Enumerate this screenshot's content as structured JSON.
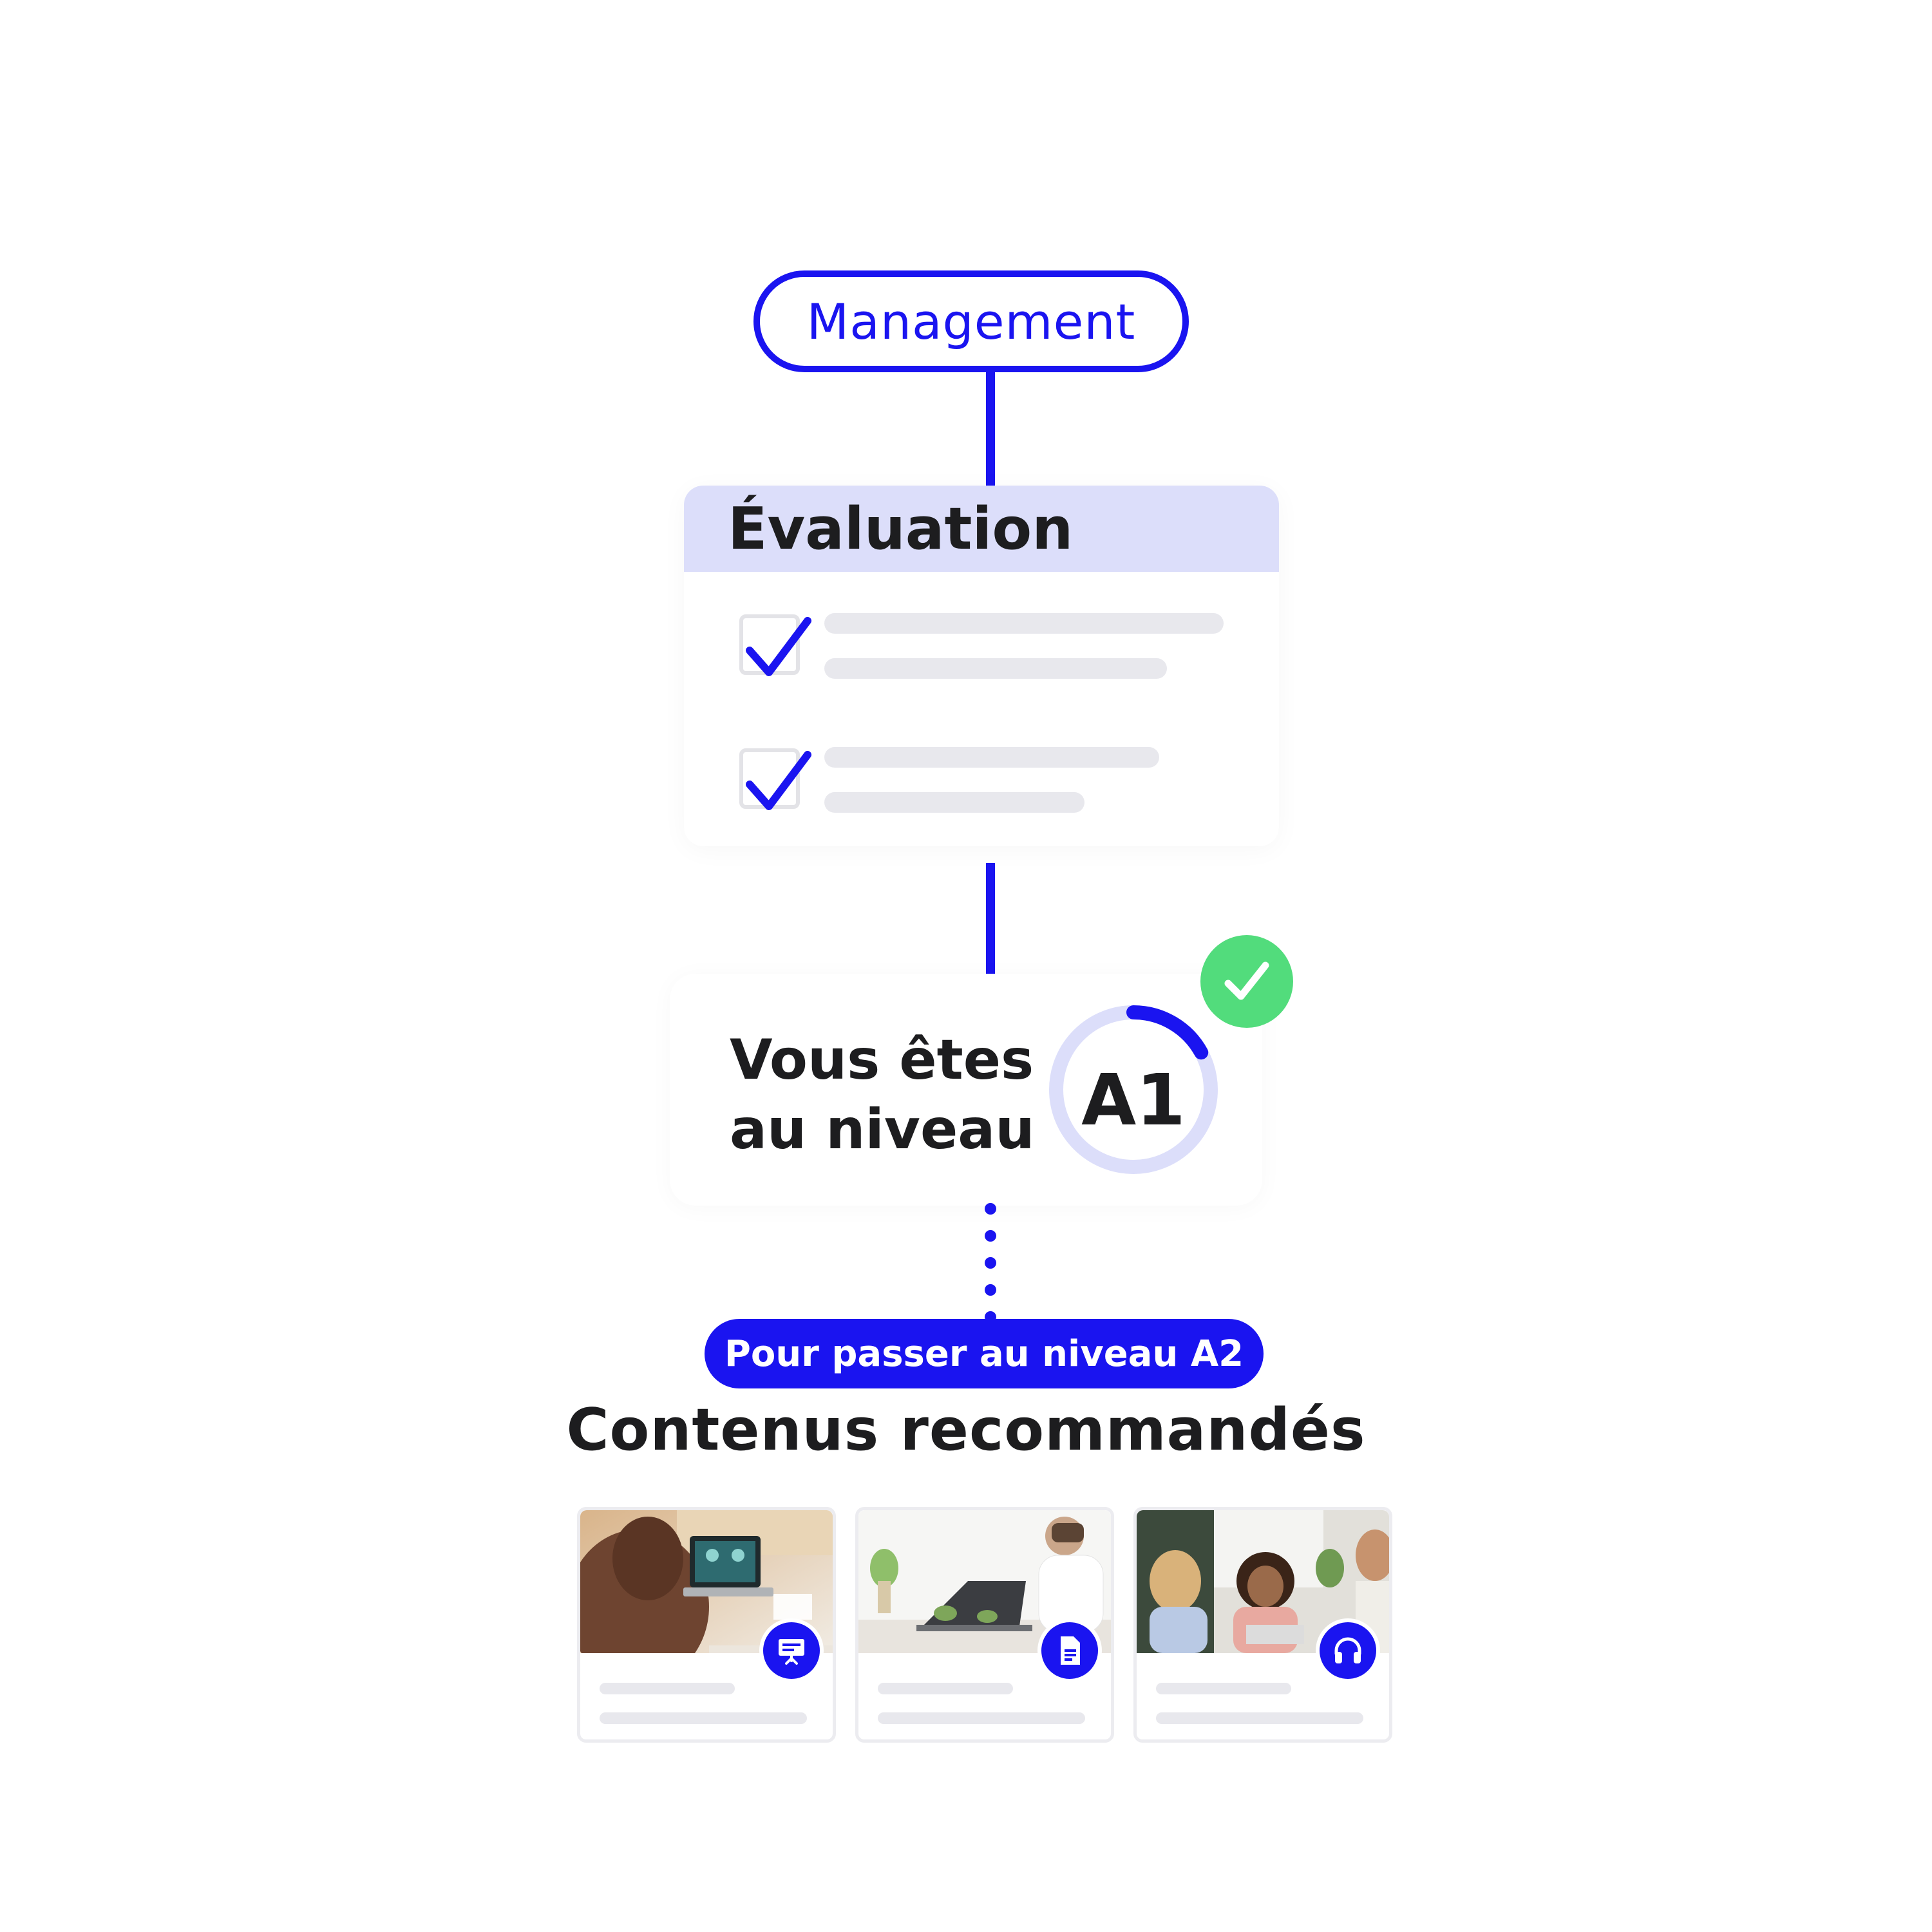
{
  "topic": {
    "label": "Management"
  },
  "evaluation": {
    "title": "Évaluation",
    "items": [
      {
        "checked": true
      },
      {
        "checked": true
      }
    ]
  },
  "level": {
    "text_line1": "Vous êtes",
    "text_line2": "au niveau",
    "value": "A1",
    "progress": 0.17,
    "status_icon": "check-icon"
  },
  "next_level": {
    "label": "Pour passer au niveau A2"
  },
  "recommended": {
    "title": "Contenus recommandés",
    "items": [
      {
        "type_icon": "presentation-icon",
        "image": "woman-at-laptop-photo"
      },
      {
        "type_icon": "document-icon",
        "image": "man-typing-laptop-photo"
      },
      {
        "type_icon": "headphones-icon",
        "image": "colleagues-meeting-photo"
      }
    ]
  },
  "colors": {
    "accent": "#1a14f0",
    "header_tint": "#dcdefa",
    "success": "#52dc7c",
    "placeholder": "#e8e8ed"
  }
}
